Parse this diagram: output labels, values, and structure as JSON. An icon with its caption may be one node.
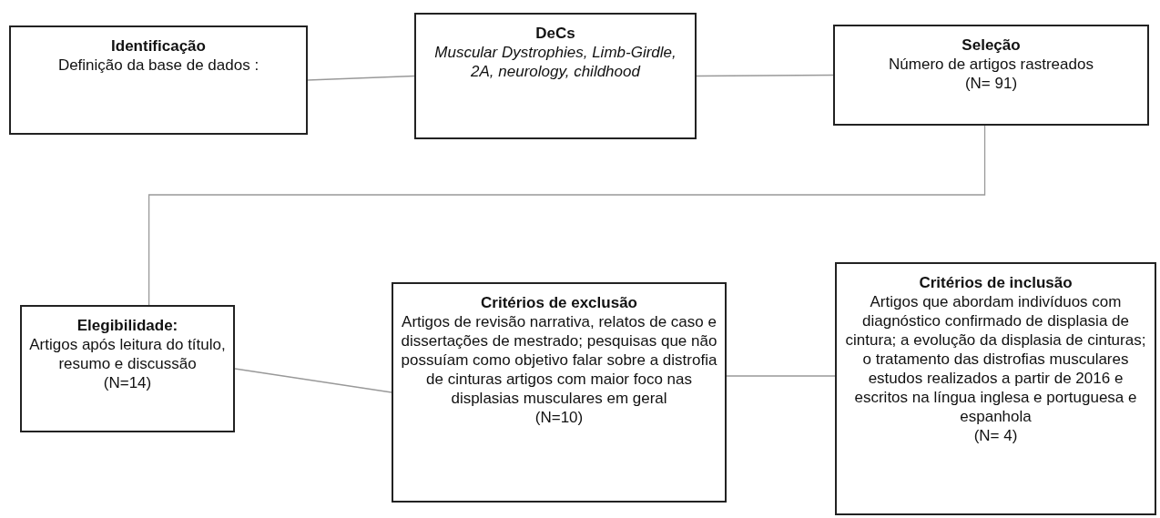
{
  "diagram": {
    "nodes": [
      {
        "text": [
          "Identificação",
          "Definição da base de dados :"
        ]
      },
      {
        "text": [
          "DeCs",
          "Muscular Dystrophies, Limb-Girdle, 2A, neurology, childhood"
        ]
      },
      {
        "text": [
          "Seleção",
          "Número de artigos rastreados",
          "(N= 91)"
        ]
      },
      {
        "text": [
          "Elegibilidade:",
          "Artigos após leitura do título, resumo e discussão",
          "(N=14)"
        ]
      },
      {
        "text": [
          "Critérios de exclusão",
          "Artigos de revisão narrativa, relatos de caso e dissertações de mestrado; pesquisas que não possuíam como objetivo falar sobre a distrofia de cinturas artigos com maior foco nas displasias musculares em geral",
          "(N=10)"
        ]
      },
      {
        "text": [
          "Critérios de inclusão",
          "Artigos que abordam indivíduos com diagnóstico confirmado de displasia de cintura; a evolução da displasia de cinturas; o tratamento das distrofias musculares estudos realizados a partir de 2016 e escritos na língua inglesa e portuguesa e espanhola",
          "(N= 4)"
        ]
      }
    ],
    "edges": [
      {
        "from": 0,
        "to": 1,
        "arrow": "none"
      },
      {
        "from": 1,
        "to": 2,
        "arrow": "none"
      },
      {
        "from": 2,
        "to": 3,
        "arrow": "none"
      },
      {
        "from": 3,
        "to": 4,
        "arrow": "none"
      },
      {
        "from": 4,
        "to": 5,
        "arrow": "none"
      }
    ]
  }
}
